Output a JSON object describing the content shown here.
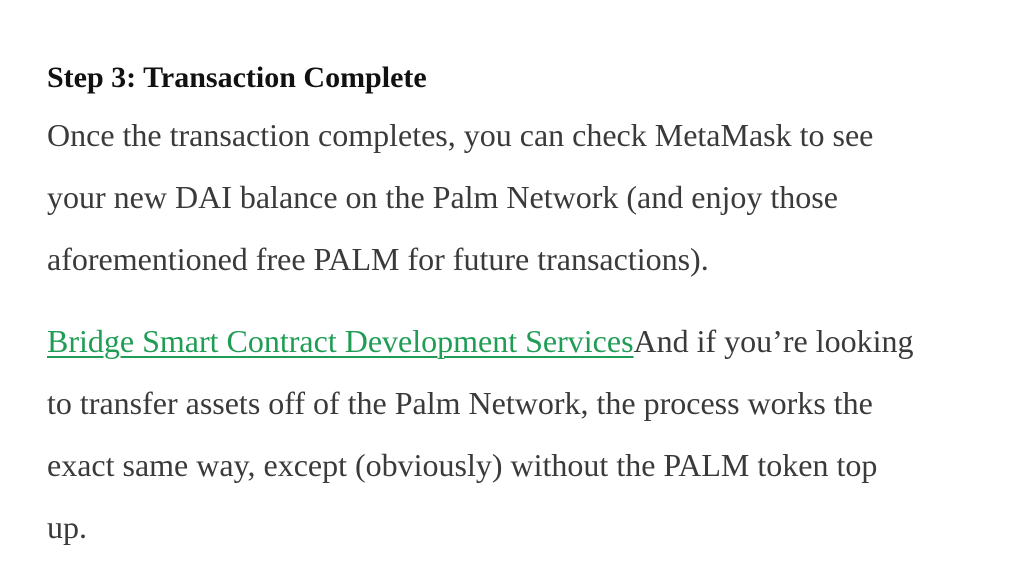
{
  "article": {
    "heading": "Step 3: Transaction Complete",
    "paragraph1": {
      "line1": "Once the transaction completes, you can check MetaMask to see",
      "line2": "your new DAI balance on the Palm Network (and enjoy those",
      "line3": "aforementioned free PALM for future transactions)."
    },
    "paragraph2": {
      "link_text": "Bridge Smart Contract Development Services",
      "line1_rest": "And if you’re looking",
      "line2": "to transfer assets off of the Palm Network, the process works the",
      "line3": "exact same way, except (obviously) without the PALM token top",
      "line4": "up."
    }
  },
  "colors": {
    "link": "#1f9d55",
    "body_text": "#3a3a3a",
    "heading_text": "#111111"
  }
}
